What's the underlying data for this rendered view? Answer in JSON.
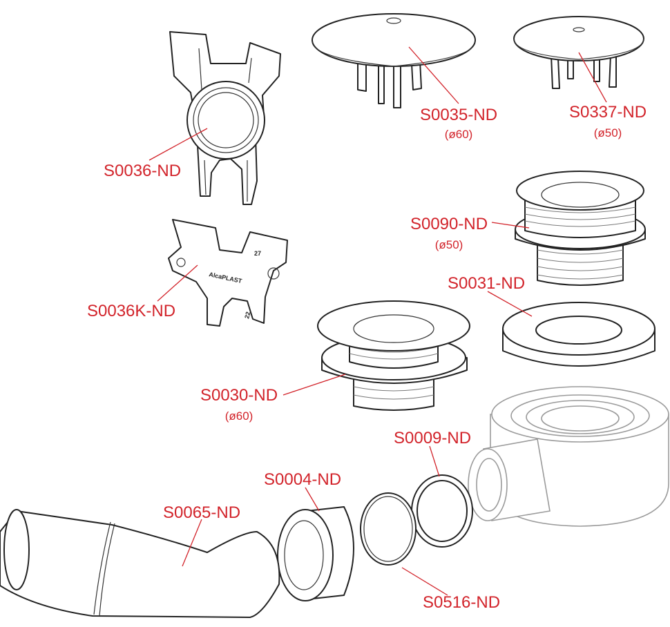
{
  "parts": [
    {
      "id": "s0036",
      "code": "S0036-ND",
      "diameter": ""
    },
    {
      "id": "s0035",
      "code": "S0035-ND",
      "diameter": "(ø60)"
    },
    {
      "id": "s0337",
      "code": "S0337-ND",
      "diameter": "(ø50)"
    },
    {
      "id": "s0090",
      "code": "S0090-ND",
      "diameter": "(ø50)"
    },
    {
      "id": "s0036k",
      "code": "S0036K-ND",
      "diameter": ""
    },
    {
      "id": "s0031",
      "code": "S0031-ND",
      "diameter": ""
    },
    {
      "id": "s0030",
      "code": "S0030-ND",
      "diameter": "(ø60)"
    },
    {
      "id": "s0009",
      "code": "S0009-ND",
      "diameter": ""
    },
    {
      "id": "s0004",
      "code": "S0004-ND",
      "diameter": ""
    },
    {
      "id": "s0065",
      "code": "S0065-ND",
      "diameter": ""
    },
    {
      "id": "s0516",
      "code": "S0516-ND",
      "diameter": ""
    }
  ],
  "tool_marks": {
    "logo": "AlcaPLAST",
    "size_a": "27",
    "size_b": "22"
  }
}
